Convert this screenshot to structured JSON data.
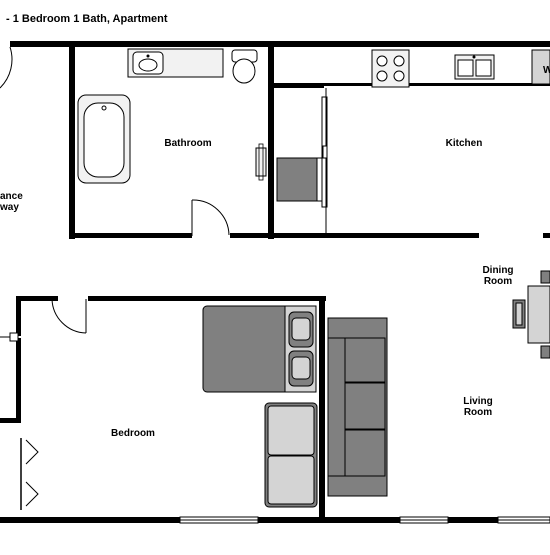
{
  "title": "- 1 Bedroom 1 Bath, Apartment",
  "rooms": {
    "entrance_line1": "ance",
    "entrance_line2": "way",
    "bathroom": "Bathroom",
    "kitchen": "Kitchen",
    "dining_line1": "Dining",
    "dining_line2": "Room",
    "living_line1": "Living",
    "living_line2": "Room",
    "bedroom": "Bedroom"
  },
  "appliances": {
    "washer_label": "W"
  },
  "colors": {
    "wall": "#000000",
    "furniture_dark": "#808080",
    "furniture_light": "#d4d4d4",
    "fixture": "#f2f2f2"
  }
}
